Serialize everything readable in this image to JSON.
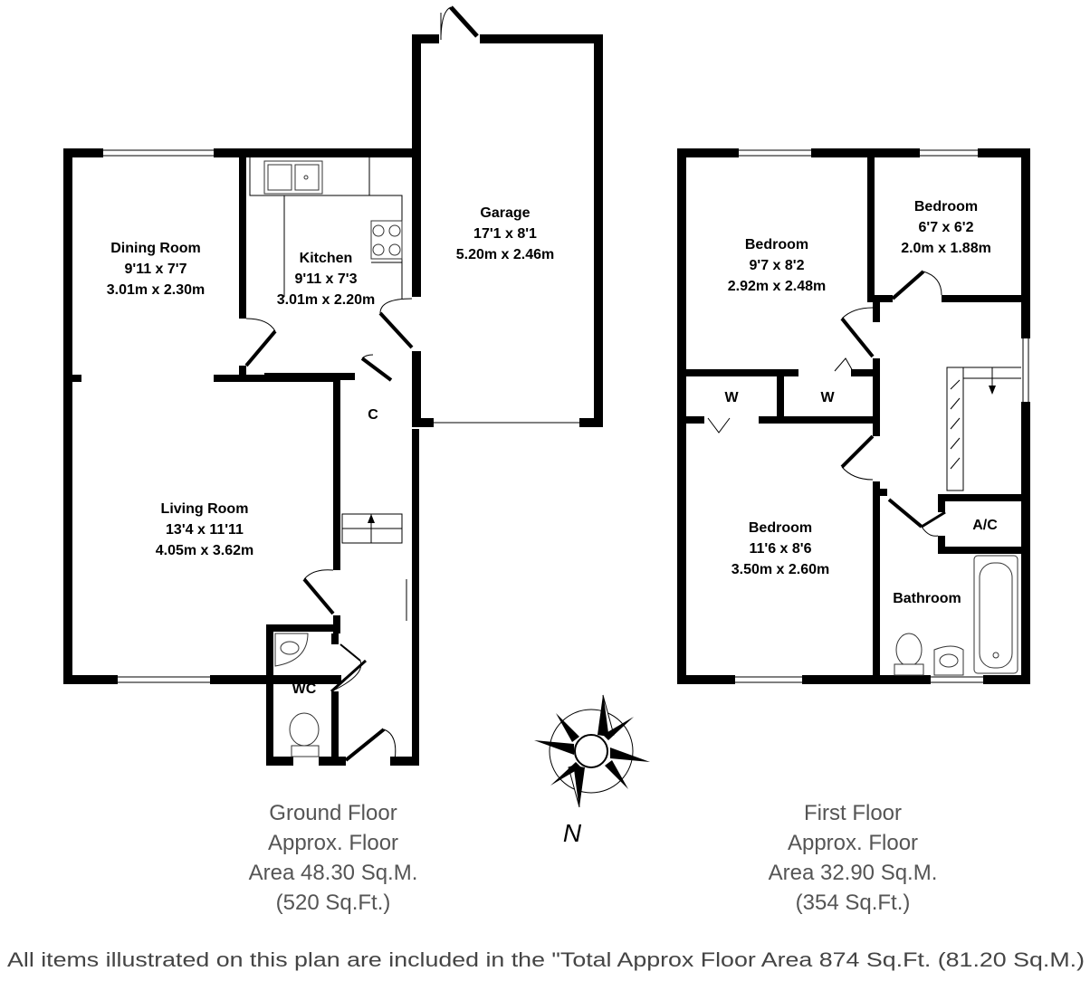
{
  "ground_floor": {
    "rooms": [
      {
        "name": "Dining Room",
        "imperial": "9'11 x 7'7",
        "metric": "3.01m x 2.30m"
      },
      {
        "name": "Kitchen",
        "imperial": "9'11 x 7'3",
        "metric": "3.01m x 2.20m"
      },
      {
        "name": "Garage",
        "imperial": "17'1 x 8'1",
        "metric": "5.20m x 2.46m"
      },
      {
        "name": "Living Room",
        "imperial": "13'4 x 11'11",
        "metric": "4.05m x 3.62m"
      }
    ],
    "cupboard": "C",
    "wc": "WC",
    "caption": [
      "Ground Floor",
      "Approx. Floor",
      "Area 48.30 Sq.M.",
      "(520 Sq.Ft.)"
    ]
  },
  "first_floor": {
    "rooms": [
      {
        "name": "Bedroom",
        "imperial": "9'7 x 8'2",
        "metric": "2.92m x 2.48m"
      },
      {
        "name": "Bedroom",
        "imperial": "6'7 x 6'2",
        "metric": "2.0m x 1.88m"
      },
      {
        "name": "Bedroom",
        "imperial": "11'6 x 8'6",
        "metric": "3.50m x 2.60m"
      }
    ],
    "wardrobe_1": "W",
    "wardrobe_2": "W",
    "airing_cupboard": "A/C",
    "bathroom": "Bathroom",
    "caption": [
      "First Floor",
      "Approx. Floor",
      "Area 32.90 Sq.M.",
      "(354 Sq.Ft.)"
    ]
  },
  "compass": {
    "label": "N"
  },
  "footer": {
    "text": "All items illustrated on this plan are included in the \"Total Approx Floor Area 874 Sq.Ft. (81.20 Sq.M.)"
  }
}
